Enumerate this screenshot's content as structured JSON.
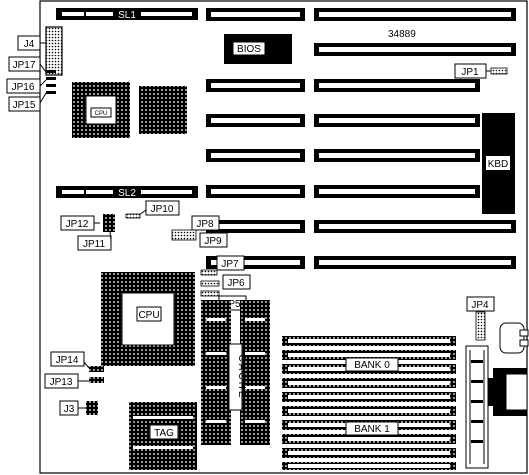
{
  "board_number": "34889",
  "bios_label": "BIOS",
  "kbd_label": "KBD",
  "slot_labels": {
    "sl1": "SL1",
    "sl2": "SL2"
  },
  "cpu_labels": {
    "cpu_small": "CPU",
    "cpu_large": "CPU"
  },
  "cache_label": "CACHE",
  "tag_label": "TAG",
  "bank_labels": {
    "bank0": "BANK 0",
    "bank1": "BANK 1"
  },
  "jumpers": {
    "j3": "J3",
    "j4": "J4",
    "jp1": "JP1",
    "jp4": "JP4",
    "jp5": "JP5",
    "jp6": "JP6",
    "jp7": "JP7",
    "jp8": "JP8",
    "jp9": "JP9",
    "jp10": "JP10",
    "jp11": "JP11",
    "jp12": "JP12",
    "jp13": "JP13",
    "jp14": "JP14",
    "jp15": "JP15",
    "jp16": "JP16",
    "jp17": "JP17"
  },
  "colors": {
    "ink": "#000000",
    "paper": "#ffffff"
  }
}
